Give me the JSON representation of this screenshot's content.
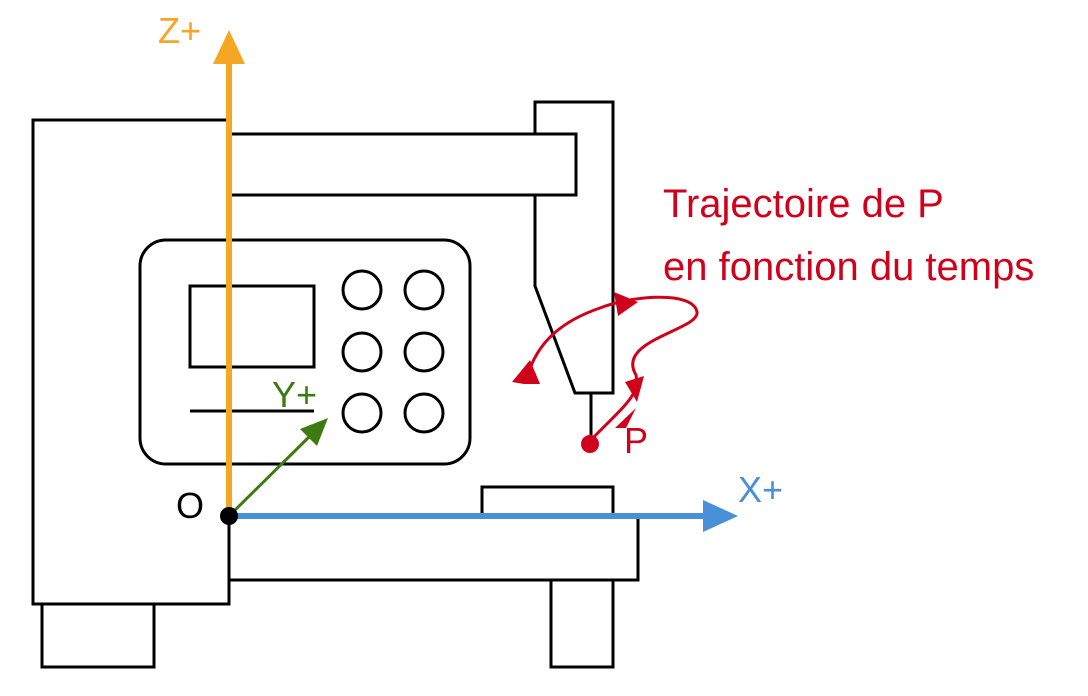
{
  "axes": {
    "z": {
      "label": "Z+",
      "color": "#f5a623"
    },
    "x": {
      "label": "X+",
      "color": "#4a90d9"
    },
    "y": {
      "label": "Y+",
      "color": "#3d7a12"
    },
    "origin": {
      "label": "O",
      "color": "#000000"
    }
  },
  "point": {
    "label": "P",
    "color": "#d0021b"
  },
  "trajectory": {
    "line1": "Trajectoire de P",
    "line2": "en fonction du temps",
    "color": "#d0021b"
  },
  "machine": {
    "stroke_color": "#000000",
    "fill_color": "#ffffff"
  }
}
